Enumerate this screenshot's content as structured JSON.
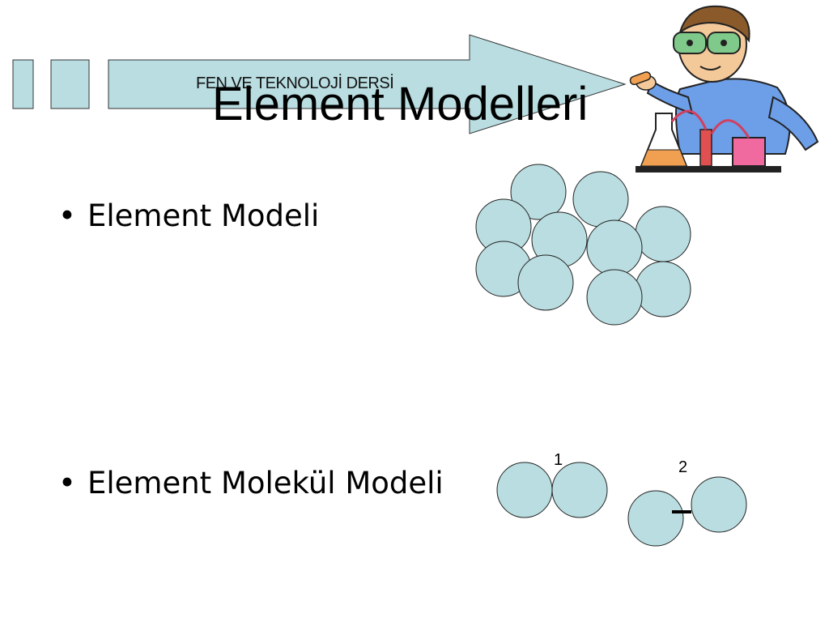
{
  "header": {
    "small_text": "FEN VE TEKNOLOJİ DERSİ",
    "title": "Element Modelleri"
  },
  "bullets": [
    {
      "marker": "•",
      "text": "Element Modeli"
    },
    {
      "marker": "•",
      "text": "Element Molekül Modeli"
    }
  ],
  "molecule_labels": [
    "1",
    "2"
  ],
  "colors": {
    "atom_fill": "#b9dde0",
    "atom_stroke": "#222222",
    "arrow_fill": "#b9dde0"
  },
  "icons": {
    "clipart": "scientist-child-icon"
  }
}
